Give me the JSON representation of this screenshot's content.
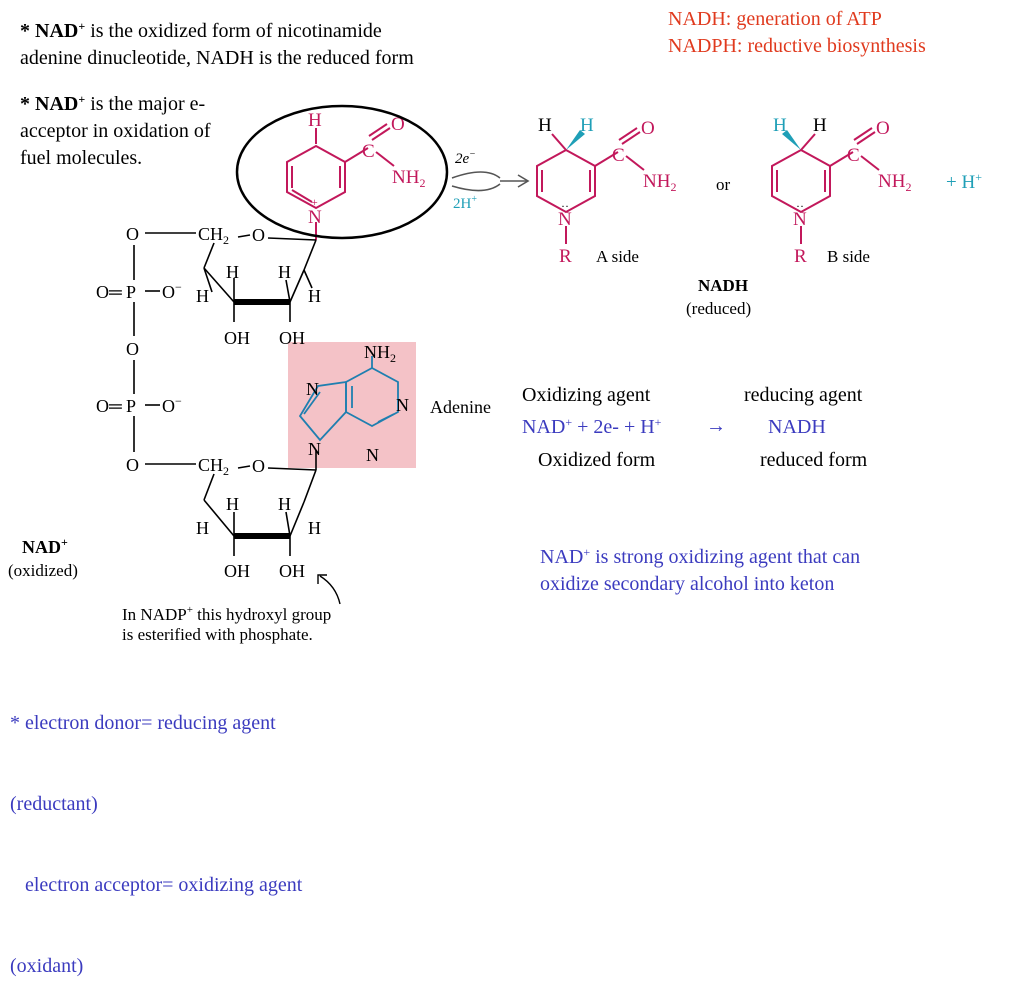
{
  "intro": {
    "line1_bullet": "* NAD",
    "line1_rest": " is the oxidized form of nicotinamide",
    "line2": "adenine dinucleotide, NADH is the reduced form"
  },
  "top_right": {
    "line1": "NADH: generation of ATP",
    "line2": "NADPH: reductive biosynthesis"
  },
  "major": {
    "bullet": "* NAD",
    "rest": " is the  major e-",
    "line2": "acceptor in oxidation of",
    "line3": "fuel molecules."
  },
  "struct": {
    "ring_h": "H",
    "c_label": "C",
    "o_label": "O",
    "nh2_label": "NH",
    "nh2_sub": "2",
    "n_plus": "N",
    "plus": "+",
    "arrow_2e": "2e",
    "arrow_2e_sup": "−",
    "arrow_2h": "2H",
    "arrow_2h_sup": "+",
    "or": "or",
    "h_plus": "+ H",
    "h_plus_sup": "+",
    "r_label": "R",
    "a_side": "A side",
    "b_side": "B side",
    "nadh_title": "NADH",
    "nadh_sub": "(reduced)",
    "o_atom": "O",
    "ch2": "CH",
    "ch2_sub": "2",
    "p_atom": "P",
    "o_minus": "O",
    "minus": "−",
    "eq": "O═",
    "oh": "OH",
    "h_atom": "H",
    "n_atom": "N",
    "adenine": "Adenine",
    "nad_title": "NAD",
    "nad_sup": "+",
    "nad_sub": "(oxidized)",
    "note_line1": "In NADP",
    "note_sup": "+",
    "note_rest": " this hydroxyl group",
    "note_line2": "is esterified with phosphate."
  },
  "redox": {
    "ox_agent": "Oxidizing agent",
    "red_agent": "reducing agent",
    "eq_left": "NAD",
    "eq_mid": " + 2e- + H",
    "arrow": "→",
    "eq_right": "NADH",
    "ox_form": "Oxidized form",
    "red_form": "reduced form"
  },
  "strong": {
    "line1_a": "NAD",
    "line1_b": " is strong oxidizing agent that can",
    "line2": "oxidize secondary alcohol into keton"
  },
  "donor": {
    "line1": "* electron donor= reducing agent",
    "line2": "(reductant)",
    "line3": "   electron acceptor= oxidizing agent",
    "line4": "(oxidant)"
  },
  "colors": {
    "magenta": "#c2185b",
    "teal": "#1f9fb7",
    "blue_text": "#3b3bbf",
    "red_text": "#e03a1e",
    "adenine_fill": "#f4c2c7"
  }
}
